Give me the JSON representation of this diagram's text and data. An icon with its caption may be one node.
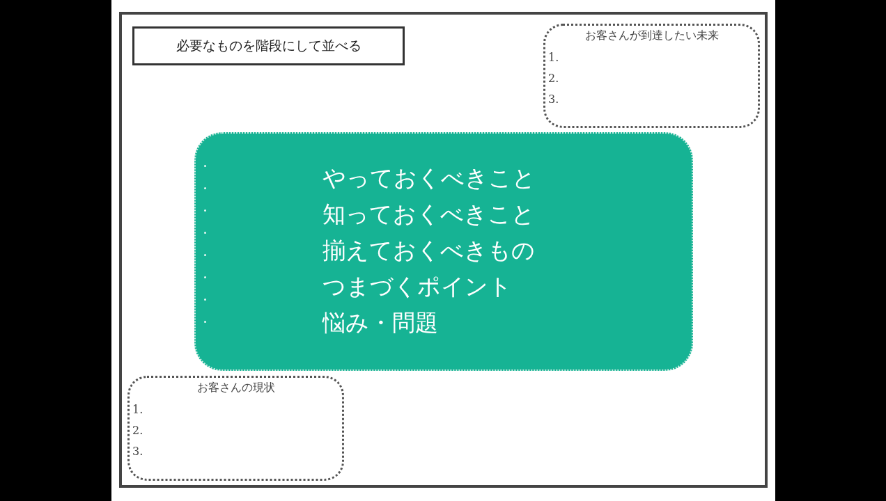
{
  "diagram": {
    "nodes": [
      {
        "text": [
          "必要なものを階段にして並べる"
        ]
      },
      {
        "text": [
          "お客さんが到達したい未来",
          "1.",
          "2.",
          "3."
        ]
      },
      {
        "text": [
          "やっておくべきこと",
          "知っておくべきこと",
          "揃えておくべきもの",
          "つまづくポイント",
          "悩み・問題"
        ]
      },
      {
        "text": [
          "お客さんの現状",
          "1.",
          "2.",
          "3."
        ]
      }
    ]
  }
}
